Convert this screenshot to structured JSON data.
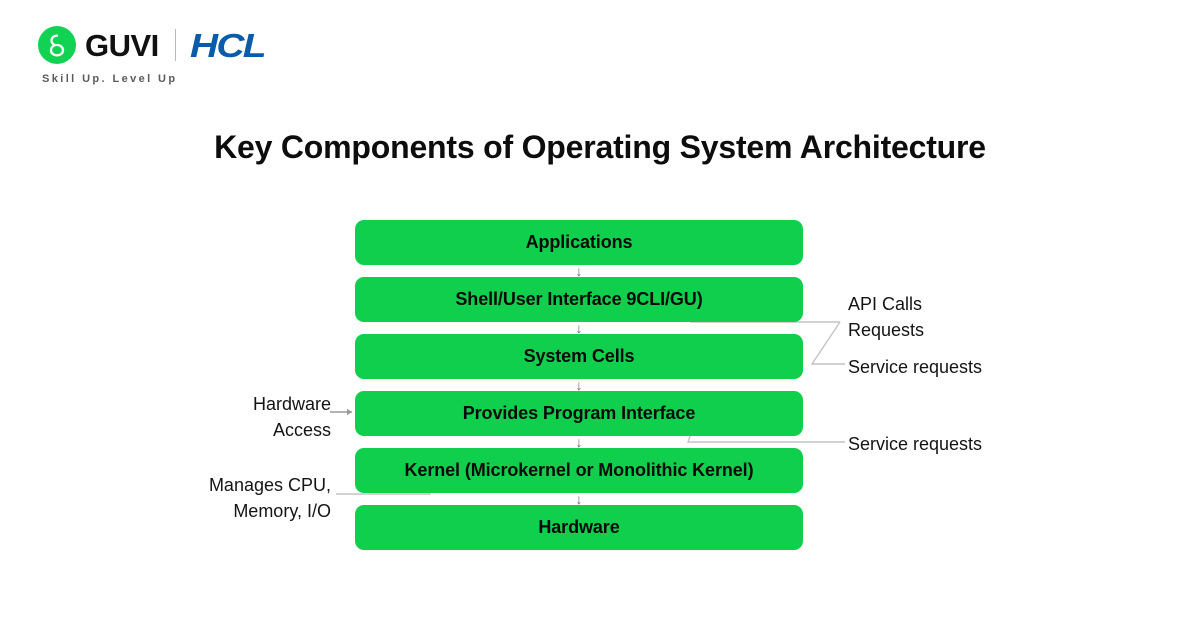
{
  "brand": {
    "logo_icon": "guvi-g-mark-icon",
    "name": "GUVI",
    "partner": "HCL",
    "tagline": "Skill Up. Level Up",
    "accent_green": "#12D254",
    "partner_blue": "#0B5CA8"
  },
  "title": "Key Components of Operating System Architecture",
  "diagram": {
    "type": "layered-stack",
    "box_color": "#10CF4D",
    "arrow_glyph": "↓",
    "layers": [
      {
        "label": "Applications"
      },
      {
        "label": "Shell/User Interface 9CLI/GU)"
      },
      {
        "label": "System Cells"
      },
      {
        "label": "Provides Program Interface"
      },
      {
        "label": "Kernel (Microkernel or Monolithic Kernel)"
      },
      {
        "label": "Hardware"
      }
    ],
    "annotations": [
      {
        "id": "api-calls",
        "text": "API Calls\nRequests",
        "side": "right"
      },
      {
        "id": "service-requests-1",
        "text": "Service requests",
        "side": "right"
      },
      {
        "id": "service-requests-2",
        "text": "Service requests",
        "side": "right"
      },
      {
        "id": "hardware-access",
        "text": "Hardware\nAccess",
        "side": "left"
      },
      {
        "id": "manages-cpu",
        "text": "Manages CPU,\nMemory, I/O",
        "side": "left"
      }
    ]
  }
}
